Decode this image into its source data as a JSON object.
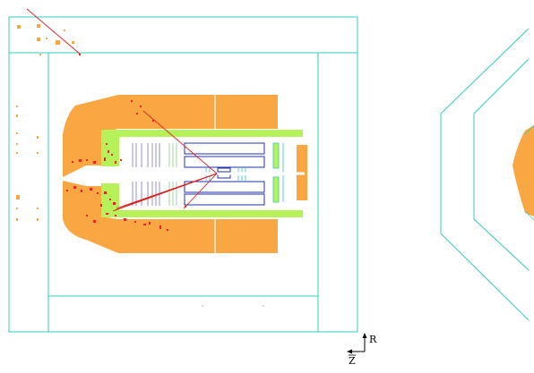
{
  "axes": {
    "r_label": "R",
    "z_label": "Z"
  },
  "colors": {
    "background": "#ffffff",
    "detector_outline": "#33ccbb",
    "calorimeter_deposit": "#f9a742",
    "inner_calorimeter": "#b6f15a",
    "track": "#dd2222",
    "hit": "#ee2222",
    "silicon_strip": "#7777cc",
    "tracker_box": "#2233aa",
    "axis_ink": "#000000"
  },
  "views": [
    "side-view-rz",
    "end-view-xy"
  ]
}
